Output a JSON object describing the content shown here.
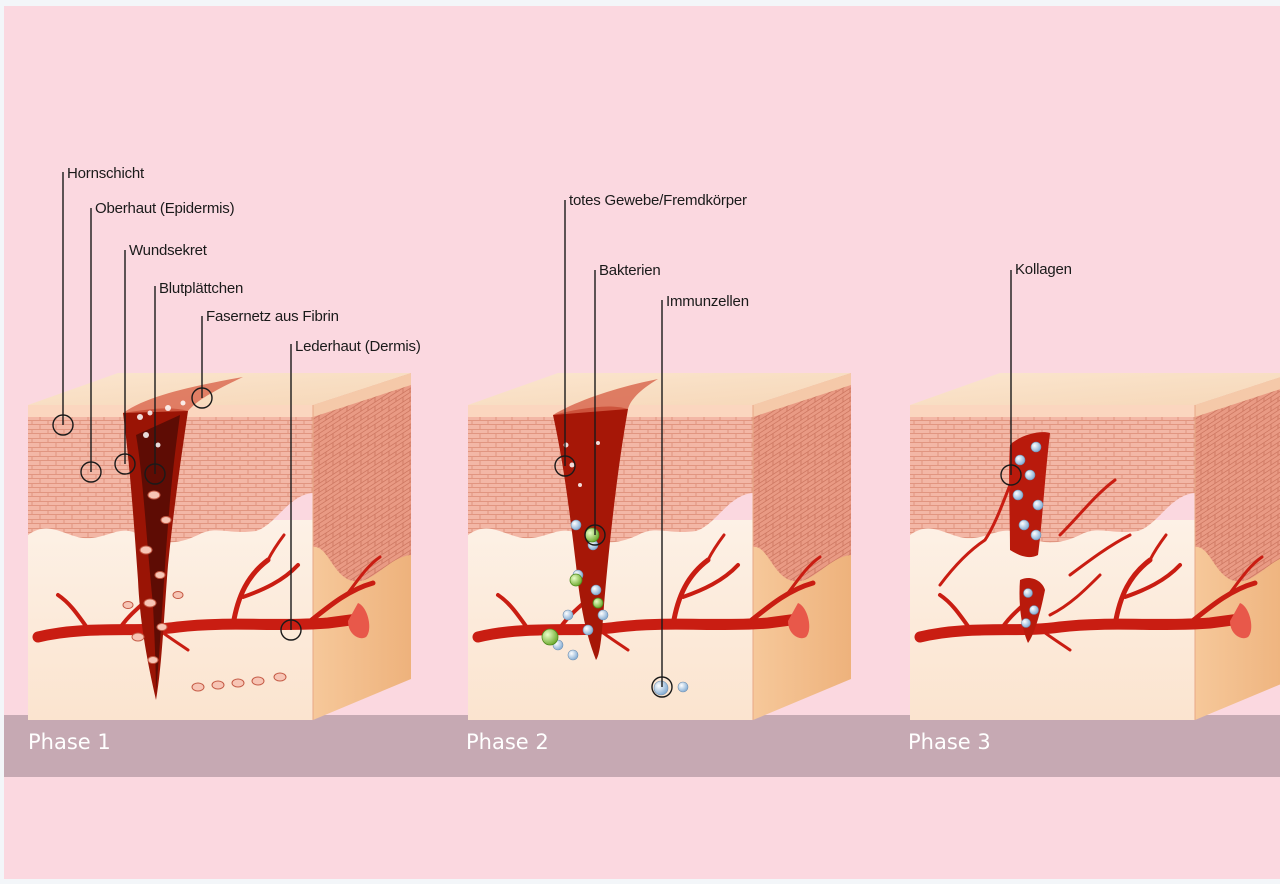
{
  "colors": {
    "background": "#fbd8e0",
    "band": "#c6a9b3",
    "wound": "#a01808",
    "vessel": "#d42418",
    "immune_cell": "#8fb8dc",
    "bacteria": "#86c23a"
  },
  "phases": [
    {
      "label": "Phase 1",
      "callouts": [
        "Hornschicht",
        "Oberhaut (Epidermis)",
        "Wundsekret",
        "Blutplättchen",
        "Fasernetz aus Fibrin",
        "Lederhaut (Dermis)"
      ]
    },
    {
      "label": "Phase 2",
      "callouts": [
        "totes Gewebe/Fremdkörper",
        "Bakterien",
        "Immunzellen"
      ]
    },
    {
      "label": "Phase 3",
      "callouts": [
        "Kollagen"
      ]
    }
  ]
}
